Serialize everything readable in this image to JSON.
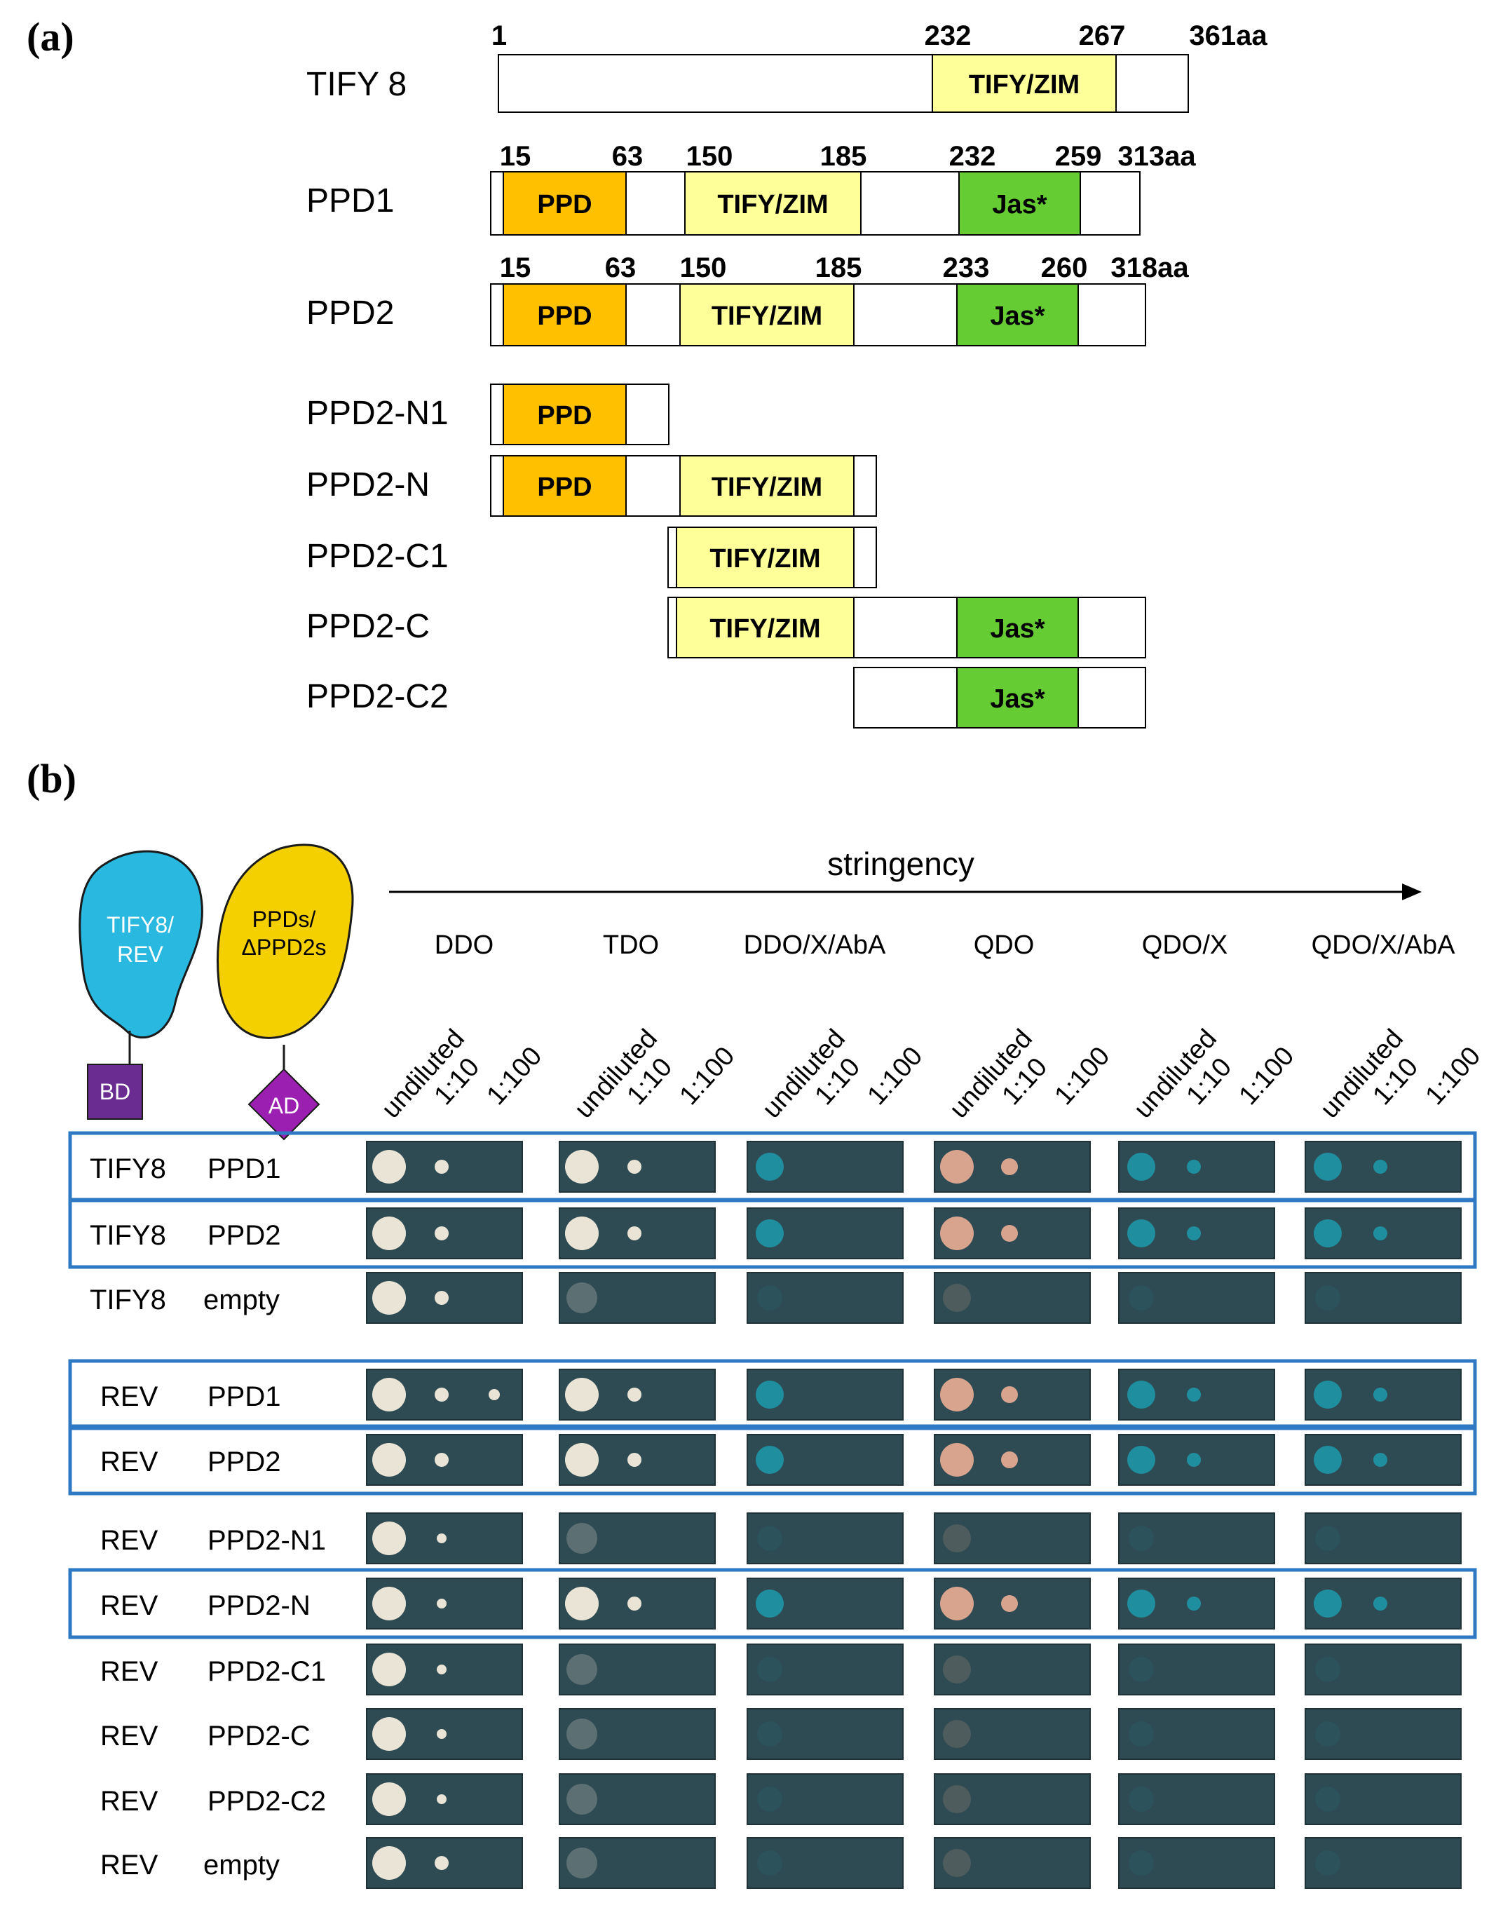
{
  "panel_a": {
    "letter": "(a)",
    "constructs": [
      {
        "name": "TIFY 8",
        "length_aa": 361,
        "ticks": [
          "1",
          "232",
          "267",
          "361aa"
        ],
        "domains": [
          {
            "label": "TIFY/ZIM",
            "type": "tify",
            "start": 232,
            "end": 267
          }
        ]
      },
      {
        "name": "PPD1",
        "length_aa": 313,
        "ticks": [
          "15",
          "63",
          "150",
          "185",
          "232",
          "259",
          "313aa"
        ],
        "domains": [
          {
            "label": "PPD",
            "type": "ppd",
            "start": 15,
            "end": 63
          },
          {
            "label": "TIFY/ZIM",
            "type": "tify",
            "start": 150,
            "end": 185
          },
          {
            "label": "Jas*",
            "type": "jas",
            "start": 232,
            "end": 259
          }
        ]
      },
      {
        "name": "PPD2",
        "length_aa": 318,
        "ticks": [
          "15",
          "63",
          "150",
          "185",
          "233",
          "260",
          "318aa"
        ],
        "domains": [
          {
            "label": "PPD",
            "type": "ppd",
            "start": 15,
            "end": 63
          },
          {
            "label": "TIFY/ZIM",
            "type": "tify",
            "start": 150,
            "end": 185
          },
          {
            "label": "Jas*",
            "type": "jas",
            "start": 233,
            "end": 260
          }
        ]
      },
      {
        "name": "PPD2-N1",
        "domains": [
          {
            "label": "PPD",
            "type": "ppd"
          }
        ]
      },
      {
        "name": "PPD2-N",
        "domains": [
          {
            "label": "PPD",
            "type": "ppd"
          },
          {
            "label": "TIFY/ZIM",
            "type": "tify"
          }
        ]
      },
      {
        "name": "PPD2-C1",
        "domains": [
          {
            "label": "TIFY/ZIM",
            "type": "tify"
          }
        ]
      },
      {
        "name": "PPD2-C",
        "domains": [
          {
            "label": "TIFY/ZIM",
            "type": "tify"
          },
          {
            "label": "Jas*",
            "type": "jas"
          }
        ]
      },
      {
        "name": "PPD2-C2",
        "domains": [
          {
            "label": "Jas*",
            "type": "jas"
          }
        ]
      }
    ]
  },
  "panel_b": {
    "letter": "(b)",
    "bait_label": "TIFY8/\nREV",
    "bait_tag": "BD",
    "prey_label": "PPDs/\nΔPPD2s",
    "prey_tag": "AD",
    "arrow_label": "stringency",
    "conditions": [
      "DDO",
      "TDO",
      "DDO/X/AbA",
      "QDO",
      "QDO/X",
      "QDO/X/AbA"
    ],
    "dilutions": [
      "undiluted",
      "1:10",
      "1:100"
    ],
    "rows": [
      {
        "bait": "TIFY8",
        "prey": "PPD1",
        "highlighted": true
      },
      {
        "bait": "TIFY8",
        "prey": "PPD2",
        "highlighted": true
      },
      {
        "bait": "TIFY8",
        "prey": "empty",
        "highlighted": false
      },
      {
        "bait": "REV",
        "prey": "PPD1",
        "highlighted": true
      },
      {
        "bait": "REV",
        "prey": "PPD2",
        "highlighted": true
      },
      {
        "bait": "REV",
        "prey": "PPD2-N1",
        "highlighted": false
      },
      {
        "bait": "REV",
        "prey": "PPD2-N",
        "highlighted": true
      },
      {
        "bait": "REV",
        "prey": "PPD2-C1",
        "highlighted": false
      },
      {
        "bait": "REV",
        "prey": "PPD2-C",
        "highlighted": false
      },
      {
        "bait": "REV",
        "prey": "PPD2-C2",
        "highlighted": false
      },
      {
        "bait": "REV",
        "prey": "empty",
        "highlighted": false
      }
    ],
    "colors": {
      "bait": "#29b8e0",
      "prey": "#f5d000",
      "bd": "#6a2c91",
      "ad": "#9b1fb0",
      "highlight_box": "#2f78c4",
      "plate": "#2e4a52",
      "colony_white": "#e9e4d6",
      "colony_blue": "#1f8fa0",
      "colony_pink": "#d9a48e"
    }
  },
  "colors": {
    "ppd": "#ffc000",
    "tify": "#ffff99",
    "jas": "#66cc33"
  }
}
